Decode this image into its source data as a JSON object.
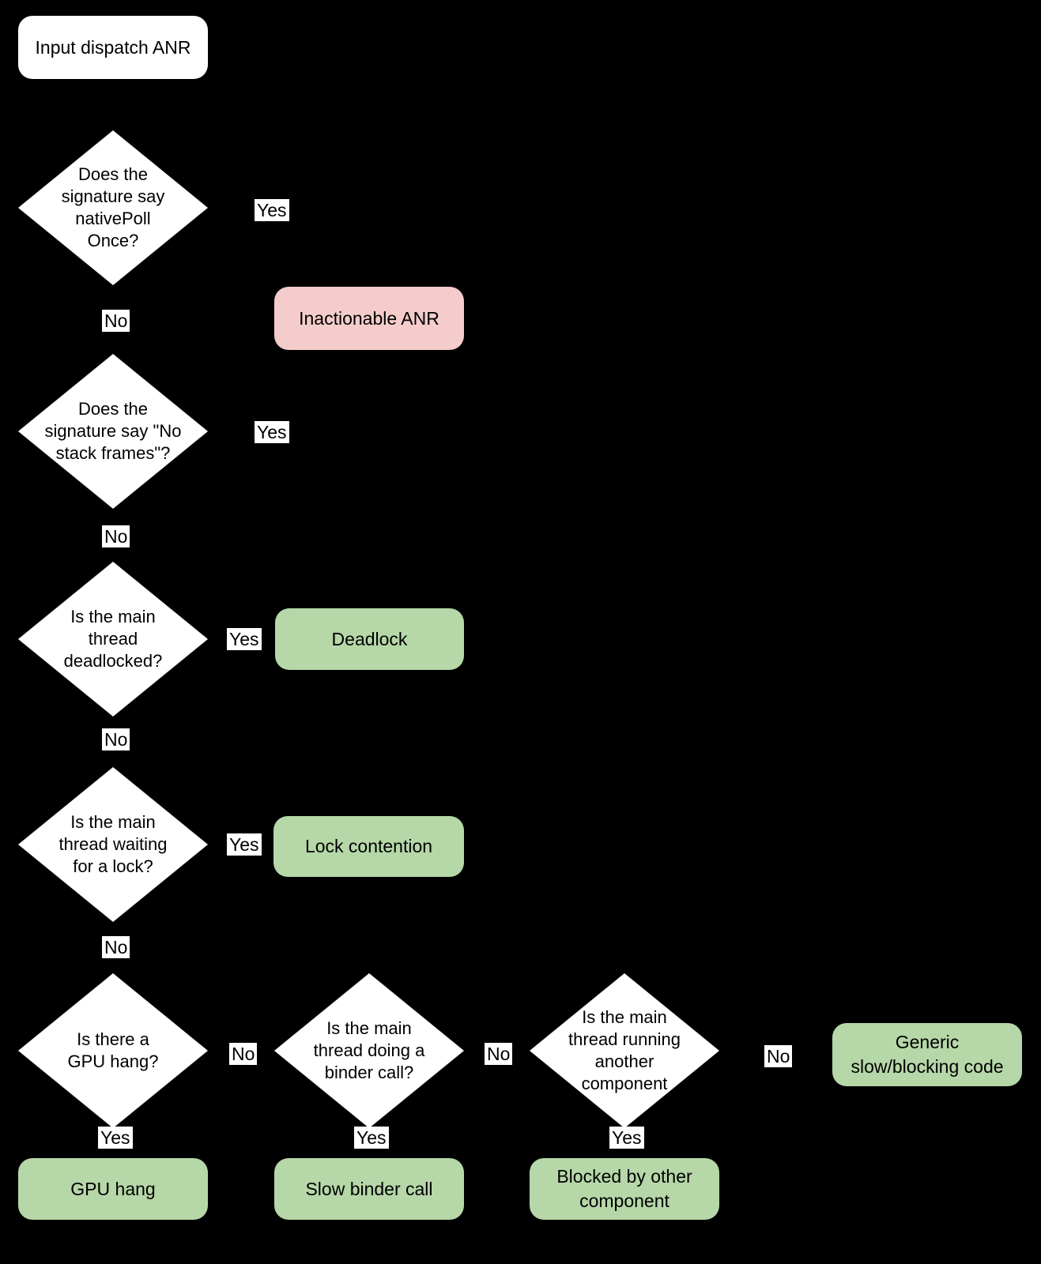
{
  "colors": {
    "background": "#000000",
    "decision_fill": "#ffffff",
    "outcome_green": "#b6d7a8",
    "outcome_pink": "#f4cccc",
    "label_bg": "#ffffff",
    "text": "#000000"
  },
  "nodes": {
    "start": {
      "label": "Input dispatch ANR"
    },
    "d_nativepollonce": {
      "lines": [
        "Does the",
        "signature say",
        "nativePoll",
        "Once?"
      ]
    },
    "inactionable": {
      "label": "Inactionable ANR"
    },
    "d_no_stack_frames": {
      "lines": [
        "Does the",
        "signature say \"No",
        "stack frames\"?"
      ]
    },
    "d_deadlocked": {
      "lines": [
        "Is the main",
        "thread",
        "deadlocked?"
      ]
    },
    "deadlock": {
      "label": "Deadlock"
    },
    "d_waiting_for_lock": {
      "lines": [
        "Is the main",
        "thread waiting",
        "for a lock?"
      ]
    },
    "lock_contention": {
      "label": "Lock contention"
    },
    "d_gpu_hang": {
      "lines": [
        "Is there a",
        "GPU hang?"
      ]
    },
    "d_binder_call": {
      "lines": [
        "Is the main",
        "thread doing a",
        "binder call?"
      ]
    },
    "d_other_component": {
      "lines": [
        "Is the main",
        "thread running",
        "another",
        "component"
      ]
    },
    "generic_slow": {
      "lines": [
        "Generic",
        "slow/blocking code"
      ]
    },
    "gpu_hang": {
      "label": "GPU hang"
    },
    "slow_binder_call": {
      "label": "Slow binder call"
    },
    "blocked_by_other": {
      "lines": [
        "Blocked by other",
        "component"
      ]
    }
  },
  "edge_labels": {
    "yes1": "Yes",
    "no1": "No",
    "yes2": "Yes",
    "no2": "No",
    "yes3": "Yes",
    "no3": "No",
    "yes4": "Yes",
    "no4": "No",
    "no5": "No",
    "no6": "No",
    "no7": "No",
    "yes5": "Yes",
    "yes6": "Yes",
    "yes7": "Yes"
  }
}
